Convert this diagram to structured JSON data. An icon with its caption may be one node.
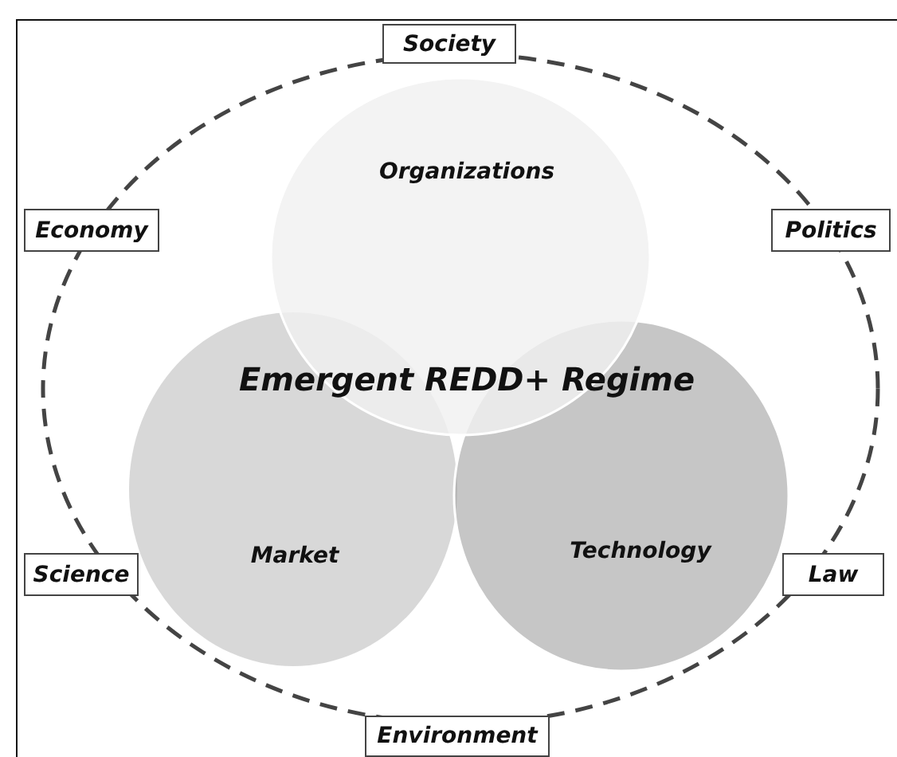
{
  "diagram": {
    "nodes": [
      {
        "text": [
          "Society"
        ]
      },
      {
        "text": [
          "Organizations"
        ]
      },
      {
        "text": [
          "Economy"
        ]
      },
      {
        "text": [
          "Politics"
        ]
      },
      {
        "text": [
          "Market"
        ]
      },
      {
        "text": [
          "Technology"
        ]
      },
      {
        "text": [
          "Science"
        ]
      },
      {
        "text": [
          "Law"
        ]
      },
      {
        "text": [
          "Environment"
        ]
      }
    ],
    "labels": [
      "Emergent REDD+ Regime"
    ]
  }
}
